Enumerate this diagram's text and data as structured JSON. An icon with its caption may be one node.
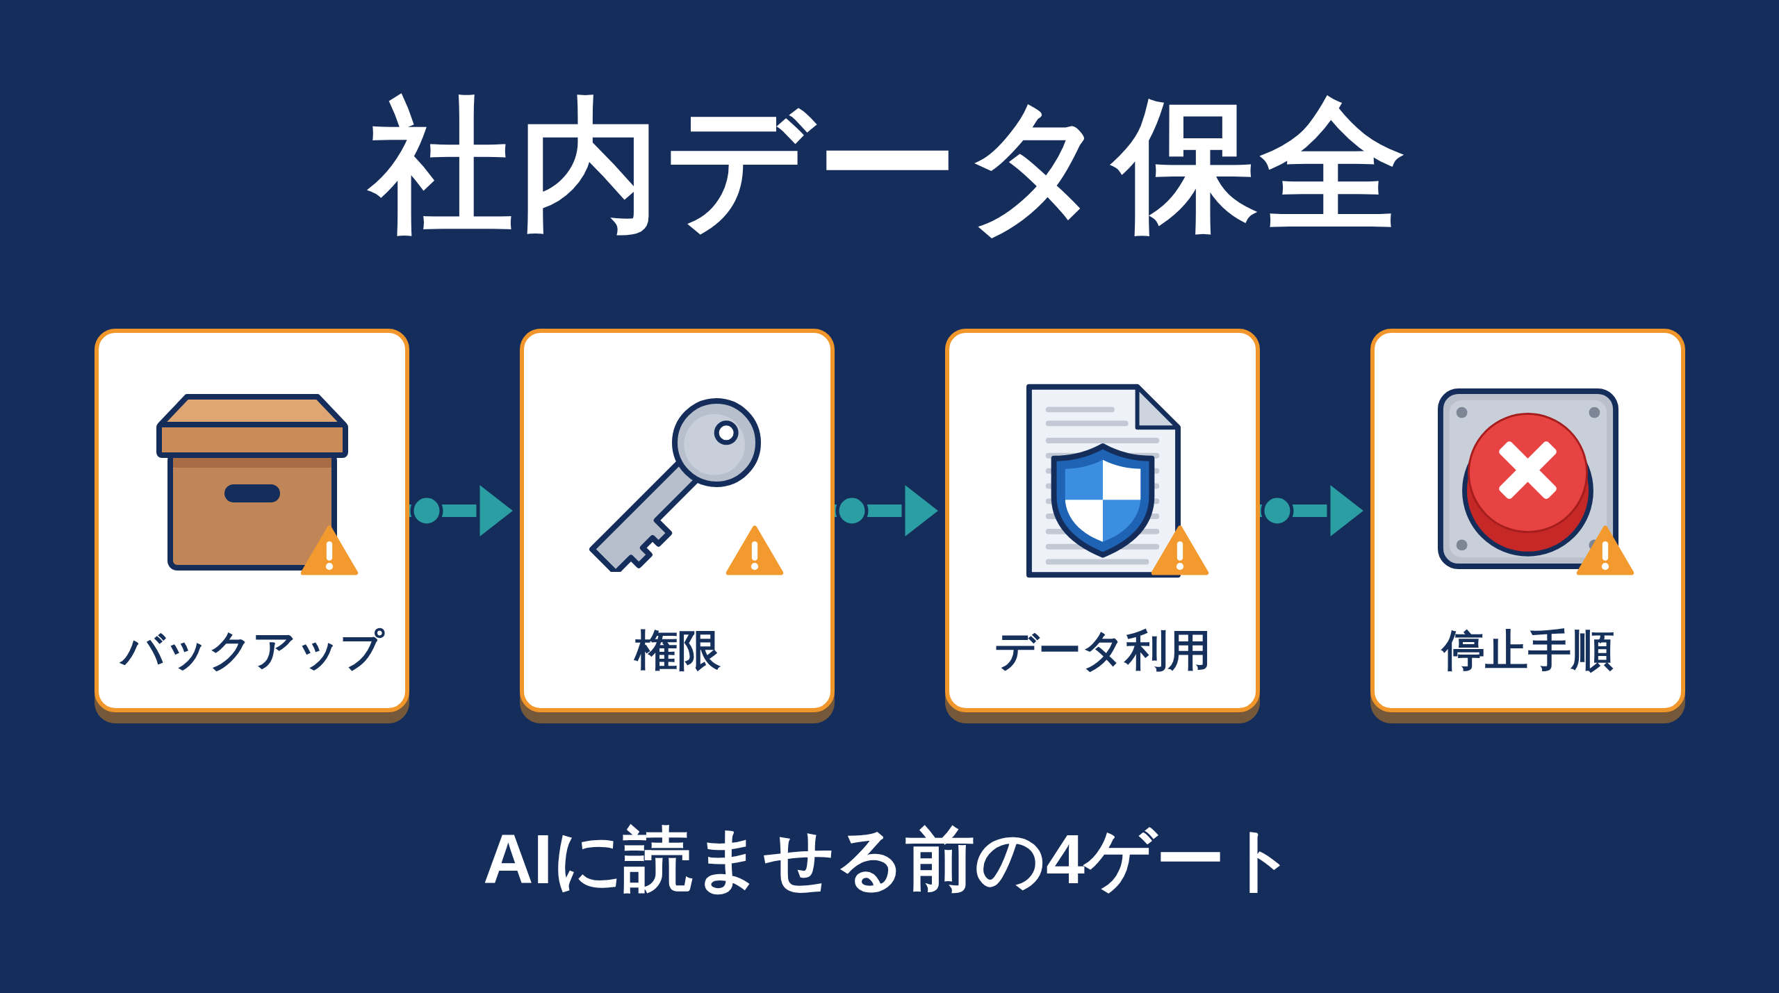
{
  "diagram": {
    "title": "社内データ保全",
    "nodes": [
      {
        "text": [
          "バックアップ"
        ]
      },
      {
        "text": [
          "権限"
        ]
      },
      {
        "text": [
          "データ利用"
        ]
      },
      {
        "text": [
          "停止手順"
        ]
      }
    ],
    "edges": [
      {
        "from": 0,
        "to": 1,
        "arrow": "to"
      },
      {
        "from": 1,
        "to": 2,
        "arrow": "to"
      },
      {
        "from": 2,
        "to": 3,
        "arrow": "to"
      }
    ],
    "caption": "AIに読ませる前の4ゲート"
  }
}
